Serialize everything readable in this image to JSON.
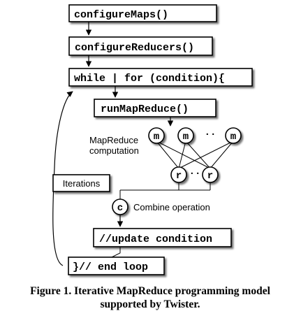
{
  "diagram": {
    "steps": {
      "configure_maps": "configureMaps()",
      "configure_reducers": "configureReducers()",
      "loop_start": "while | for (condition){",
      "run_mapreduce": "runMapReduce()",
      "update_condition": "//update condition",
      "loop_end": "}// end loop"
    },
    "mapreduce_label_line1": "MapReduce",
    "mapreduce_label_line2": "computation",
    "map_nodes": [
      "m",
      "m",
      "m"
    ],
    "map_ellipsis": "··",
    "reduce_nodes": [
      "r",
      "r"
    ],
    "reduce_ellipsis": "··",
    "combine_node": "c",
    "combine_label": "Combine operation",
    "iterations_label": "Iterations"
  },
  "caption": {
    "line1": "Figure 1. Iterative MapReduce programming model",
    "line2": "supported by Twister."
  }
}
